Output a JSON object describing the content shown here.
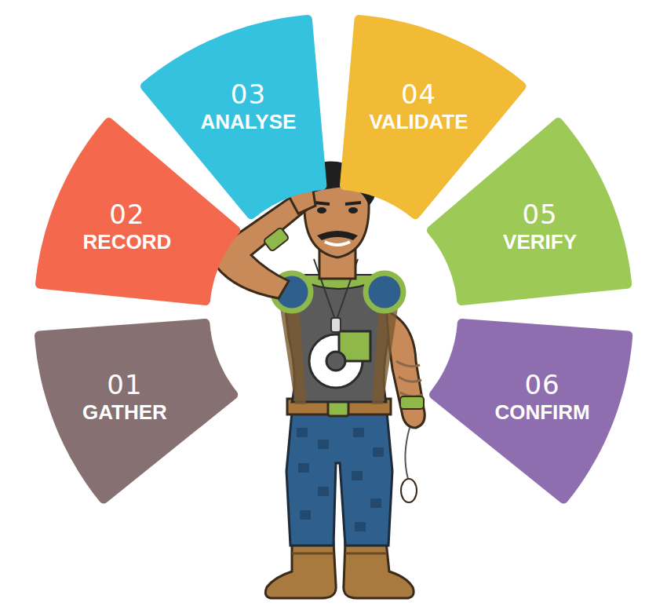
{
  "diagram": {
    "nodes": [
      {
        "text": [
          "01",
          "GATHER"
        ]
      },
      {
        "text": [
          "02",
          "RECORD"
        ]
      },
      {
        "text": [
          "03",
          "ANALYSE"
        ]
      },
      {
        "text": [
          "04",
          "VALIDATE"
        ]
      },
      {
        "text": [
          "05",
          "VERIFY"
        ]
      },
      {
        "text": [
          "06",
          "CONFIRM"
        ]
      }
    ]
  }
}
